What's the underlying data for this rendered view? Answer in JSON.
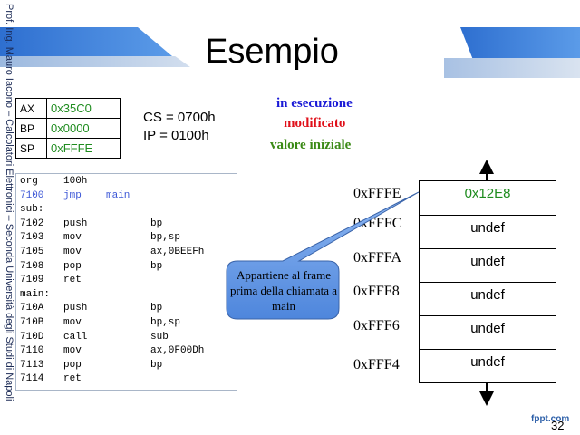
{
  "sidebar_text": "Prof. Ing. Mauro Iacono – Calcolatori Elettronici – Seconda Università degli Studi di Napoli",
  "title": "Esempio",
  "registers": [
    {
      "name": "AX",
      "value": "0x35C0"
    },
    {
      "name": "BP",
      "value": "0x0000"
    },
    {
      "name": "SP",
      "value": "0xFFFE"
    }
  ],
  "segment": {
    "cs": "CS = 0700h",
    "ip": "IP = 0100h"
  },
  "legend": {
    "executing": "in esecuzione",
    "modified": "modificato",
    "initial": "valore iniziale"
  },
  "colors": {
    "executing": "#1a1ad6",
    "modified": "#e0101a",
    "initial": "#3b8a16"
  },
  "code_lines": [
    [
      "org",
      "100h",
      "",
      ""
    ],
    [
      "7100",
      "jmp",
      "main",
      ""
    ],
    [
      "sub:",
      "",
      "",
      ""
    ],
    [
      "7102",
      "push",
      "",
      "bp"
    ],
    [
      "7103",
      "mov",
      "",
      "bp,sp"
    ],
    [
      "7105",
      "mov",
      "",
      "ax,0BEEFh"
    ],
    [
      "7108",
      "pop",
      "",
      "bp"
    ],
    [
      "7109",
      "ret",
      "",
      ""
    ],
    [
      "main:",
      "",
      "",
      ""
    ],
    [
      "710A",
      "push",
      "",
      "bp"
    ],
    [
      "710B",
      "mov",
      "",
      "bp,sp"
    ],
    [
      "710D",
      "call",
      "",
      "sub"
    ],
    [
      "7110",
      "mov",
      "",
      "ax,0F00Dh"
    ],
    [
      "7113",
      "pop",
      "",
      "bp"
    ],
    [
      "7114",
      "ret",
      "",
      ""
    ]
  ],
  "executing_line": 1,
  "stack": {
    "addresses": [
      "0xFFFE",
      "0xFFFC",
      "0xFFFA",
      "0xFFF8",
      "0xFFF6",
      "0xFFF4"
    ],
    "cells": [
      "0x12E8",
      "undef",
      "undef",
      "undef",
      "undef",
      "undef"
    ]
  },
  "callout": "Appartiene al frame prima della chiamata a main",
  "logo": "fppt.com",
  "page_number": "32"
}
